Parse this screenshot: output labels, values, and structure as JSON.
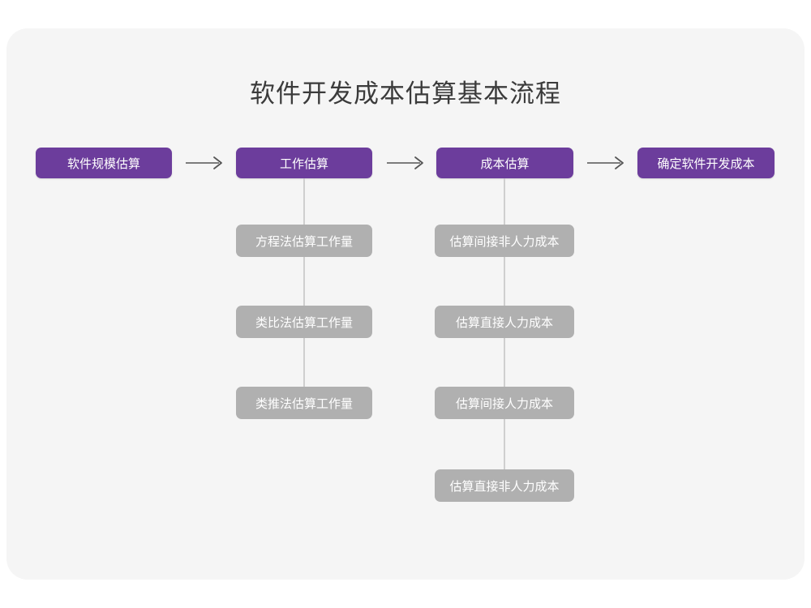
{
  "diagram": {
    "title": "软件开发成本估算基本流程",
    "colors": {
      "page_background": "#ffffff",
      "card_background": "#f5f5f5",
      "stage_node": "#6c3d9c",
      "sub_node": "#b0b0b0",
      "connector": "#cfcfcf",
      "arrow": "#555555",
      "title_text": "#3b3b3b",
      "node_text": "#ffffff"
    },
    "stages": [
      {
        "id": "stage-1",
        "label": "软件规模估算"
      },
      {
        "id": "stage-2",
        "label": "工作估算"
      },
      {
        "id": "stage-3",
        "label": "成本估算"
      },
      {
        "id": "stage-4",
        "label": "确定软件开发成本"
      }
    ],
    "arrows": [
      {
        "id": "arrow-1",
        "icon": "right-arrow-icon"
      },
      {
        "id": "arrow-2",
        "icon": "right-arrow-icon"
      },
      {
        "id": "arrow-3",
        "icon": "right-arrow-icon"
      }
    ],
    "branches": [
      {
        "parent": "工作估算",
        "items": [
          "方程法估算工作量",
          "类比法估算工作量",
          "类推法估算工作量"
        ]
      },
      {
        "parent": "成本估算",
        "items": [
          "估算间接非人力成本",
          "估算直接人力成本",
          "估算间接人力成本",
          "估算直接非人力成本"
        ]
      }
    ]
  }
}
